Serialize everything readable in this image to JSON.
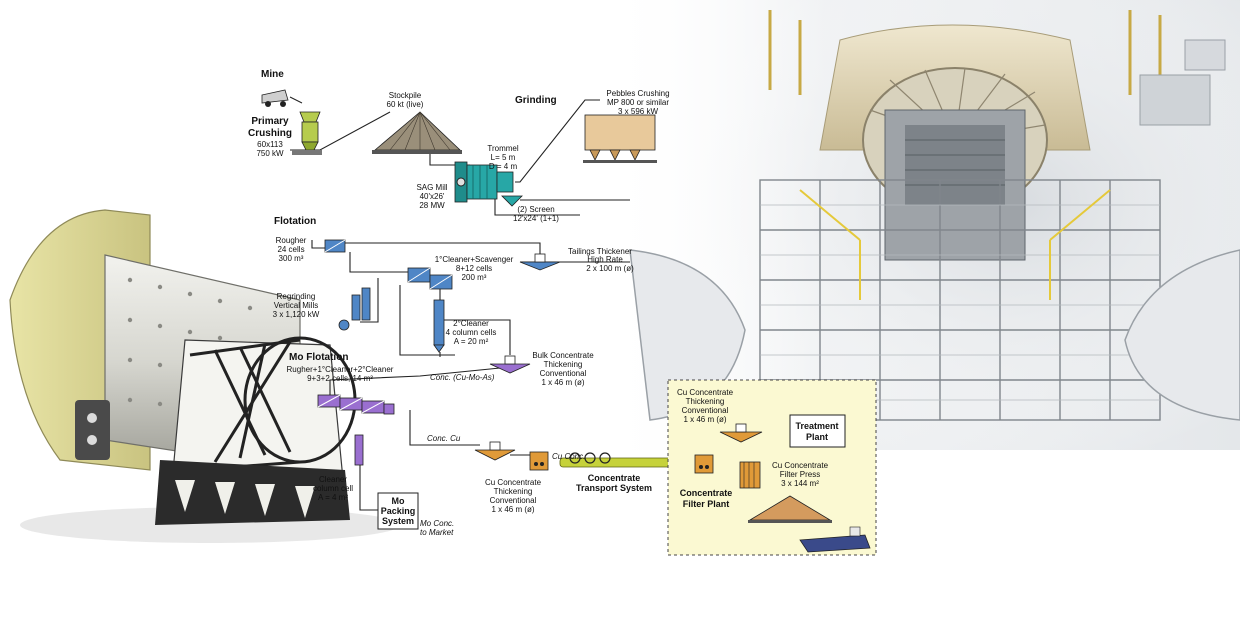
{
  "sections": {
    "mine": "Mine",
    "grinding": "Grinding",
    "flotation": "Flotation",
    "mo_flotation": "Mo Flotation"
  },
  "primary_crushing": {
    "title1": "Primary",
    "title2": "Crushing",
    "spec1": "60x113",
    "spec2": "750 kW"
  },
  "stockpile": {
    "title": "Stockpile",
    "spec": "60 kt (live)"
  },
  "sag_mill": {
    "title": "SAG Mill",
    "spec1": "40'x26'",
    "spec2": "28 MW"
  },
  "trommel": {
    "title": "Trommel",
    "spec1": "L= 5 m",
    "spec2": "D = 4 m"
  },
  "screen": {
    "title": "(2) Screen",
    "spec": "12'x24'  (1+1)"
  },
  "pebbles": {
    "title": "Pebbles Crushing",
    "spec1": "MP 800 or similar",
    "spec2": "3 x 596 kW"
  },
  "rougher": {
    "title": "Rougher",
    "spec1": "24 cells",
    "spec2": "300 m³"
  },
  "tailings": {
    "title": "Tailings Thickener",
    "spec1": "High Rate",
    "spec2": "2 x 100 m (ø)"
  },
  "regrinding": {
    "title1": "Regrinding",
    "title2": "Vertical Mills",
    "spec": "3 x 1,120 kW"
  },
  "cleaner1": {
    "title": "1°Cleaner+Scavenger",
    "spec1": "8+12 cells",
    "spec2": "200 m³"
  },
  "cleaner2": {
    "title": "2°Cleaner",
    "spec1": "4 column  cells",
    "spec2": "A = 20 m²"
  },
  "bulk": {
    "title1": "Bulk Concentrate",
    "title2": "Thickening",
    "title3": "Conventional",
    "spec": "1 x 46 m (ø)"
  },
  "conc_cumoas": "Conc. (Cu-Mo-As)",
  "mo_circuit": {
    "line1": "Rugher+1°Cleaner+2°Cleaner",
    "line2": "9+3+2 cells, 14 m³"
  },
  "mo_column": {
    "line1": "Cleaner",
    "line2": "column  cell",
    "line3": "A = 4 m²"
  },
  "conc_cu": "Conc. Cu",
  "cu_conc_label": "Cu Conc.",
  "mo_packing": {
    "line1": "Mo",
    "line2": "Packing",
    "line3": "System"
  },
  "mo_market": {
    "line1": "Mo Conc.",
    "line2": "to Market"
  },
  "cu_thick_port": {
    "line1": "Cu Concentrate",
    "line2": "Thickening",
    "line3": "Conventional",
    "line4": "1 x 46 m (ø)"
  },
  "transport": {
    "line1": "Concentrate",
    "line2": "Transport System"
  },
  "cu_thick_plant": {
    "line1": "Cu Concentrate",
    "line2": "Thickening",
    "line3": "Conventional",
    "line4": "1 x 46 m (ø)"
  },
  "treatment": {
    "line1": "Treatment",
    "line2": "Plant"
  },
  "filter_press": {
    "line1": "Cu Concentrate",
    "line2": "Filter Press",
    "line3": "3 x 144 m²"
  },
  "filter_plant": {
    "line1": "Concentrate",
    "line2": "Filter Plant"
  },
  "colors": {
    "crusher": "#b6cc4e",
    "sag_mill": "#27a7a6",
    "flotation_blue": "#4f86c6",
    "mo_purple": "#9a6fd0",
    "cu_orange": "#e09a38",
    "pipe_yellow": "#c6d23a",
    "plant_box": "#fbf9d2"
  }
}
